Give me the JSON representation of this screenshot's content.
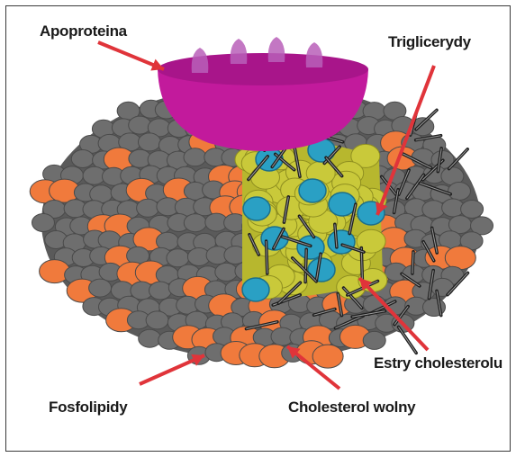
{
  "labels": {
    "apoprotein": "Apoproteina",
    "triglycerides": "Triglicerydy",
    "cholesterol_esters": "Estry cholesterolu",
    "phospholipids": "Fosfolipidy",
    "free_cholesterol": "Cholesterol wolny"
  },
  "colors": {
    "phospholipid": "#6e6e6e",
    "free_cholesterol": "#f07a3c",
    "apoprotein": "#c21a9c",
    "triglyceride_core": "#c9c93a",
    "cholesterol_ester": "#2aa0c4",
    "arrow": "#e0343a"
  }
}
